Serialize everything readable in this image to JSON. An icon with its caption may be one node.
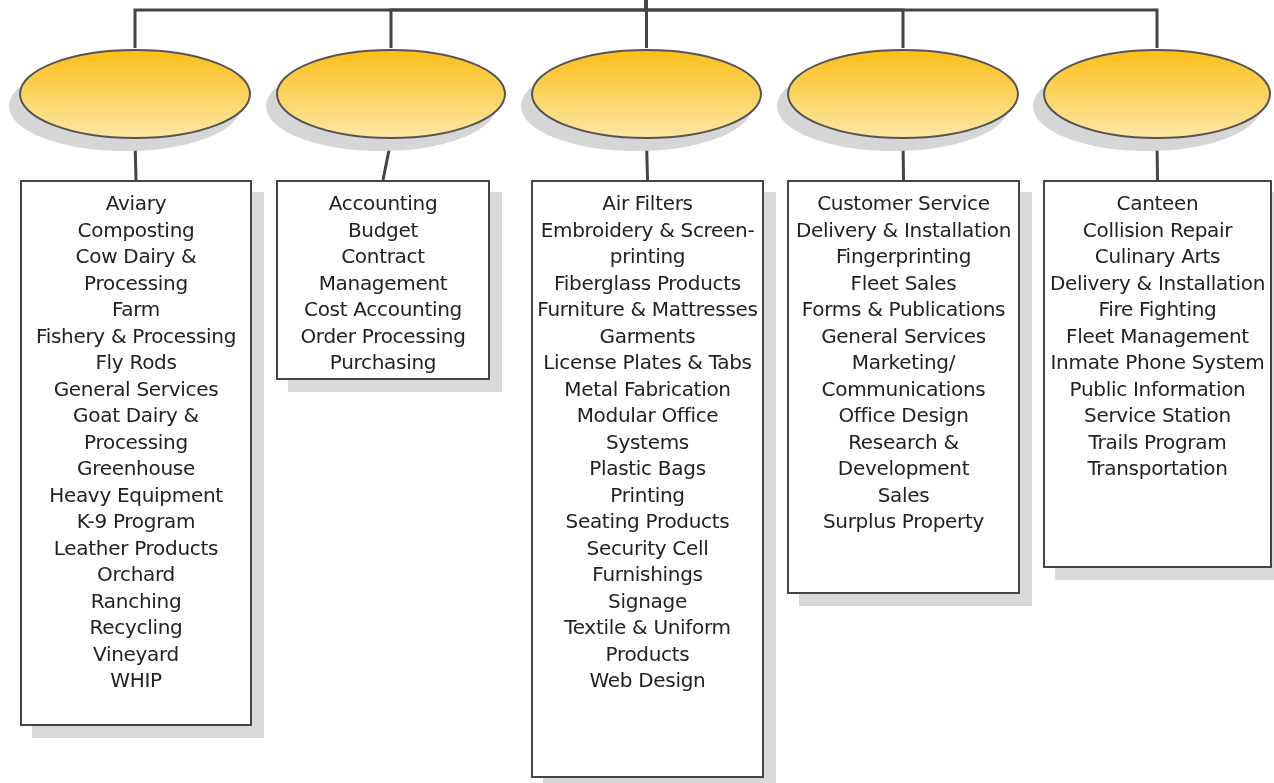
{
  "diagram": {
    "nodes": [
      {
        "text": [],
        "shape": "ellipse"
      },
      {
        "text": [],
        "shape": "ellipse"
      },
      {
        "text": [],
        "shape": "ellipse"
      },
      {
        "text": [],
        "shape": "ellipse"
      },
      {
        "text": [],
        "shape": "ellipse"
      },
      {
        "text": [
          "Aviary",
          "Composting",
          "Cow Dairy & Processing",
          "Farm",
          "Fishery & Processing",
          "Fly Rods",
          "General Services",
          "Goat Dairy & Processing",
          "Greenhouse",
          "Heavy Equipment",
          "K-9 Program",
          "Leather Products",
          "Orchard",
          "Ranching",
          "Recycling",
          "Vineyard",
          "WHIP"
        ]
      },
      {
        "text": [
          "Accounting",
          "Budget",
          "Contract Management",
          "Cost Accounting",
          "Order Processing",
          "Purchasing"
        ]
      },
      {
        "text": [
          "Air Filters",
          "Embroidery & Screen-printing",
          "Fiberglass Products",
          "Furniture & Mattresses",
          "Garments",
          "License Plates & Tabs",
          "Metal Fabrication",
          "Modular Office Systems",
          "Plastic Bags",
          "Printing",
          "Seating Products",
          "Security Cell Furnishings",
          "Signage",
          "Textile & Uniform Products",
          "Web Design"
        ]
      },
      {
        "text": [
          "Customer Service",
          "Delivery & Installation",
          "Fingerprinting",
          "Fleet Sales",
          "Forms & Publications",
          "General Services",
          "Marketing/ Communications",
          "Office Design",
          "Research & Development",
          "Sales",
          "Surplus Property"
        ]
      },
      {
        "text": [
          "Canteen",
          "Collision Repair",
          "Culinary Arts",
          "Delivery & Installation",
          "Fire Fighting",
          "Fleet Management",
          "Inmate Phone System",
          "Public Information",
          "Service Station",
          "Trails Program",
          "Transportation"
        ]
      }
    ],
    "edges": [
      {
        "from": null,
        "to": 0,
        "arrow": "none"
      },
      {
        "from": null,
        "to": 1,
        "arrow": "none"
      },
      {
        "from": null,
        "to": 2,
        "arrow": "none"
      },
      {
        "from": null,
        "to": 3,
        "arrow": "none"
      },
      {
        "from": null,
        "to": 4,
        "arrow": "none"
      },
      {
        "from": 0,
        "to": 5,
        "arrow": "none"
      },
      {
        "from": 1,
        "to": 6,
        "arrow": "none"
      },
      {
        "from": 2,
        "to": 7,
        "arrow": "none"
      },
      {
        "from": 3,
        "to": 8,
        "arrow": "none"
      },
      {
        "from": 4,
        "to": 9,
        "arrow": "none"
      }
    ]
  }
}
